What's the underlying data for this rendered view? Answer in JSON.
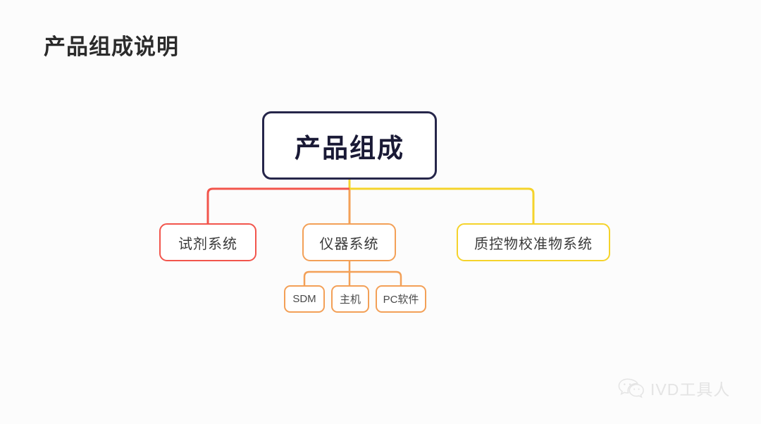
{
  "slide": {
    "title": "产品组成说明",
    "background_color": "#fcfcfc"
  },
  "diagram": {
    "type": "tree",
    "root": {
      "label": "产品组成",
      "border_color": "#26264a",
      "text_color": "#191935"
    },
    "level2": [
      {
        "label": "试剂系统",
        "border_color": "#f2554c",
        "connector_color": "#f2554c"
      },
      {
        "label": "仪器系统",
        "border_color": "#f3a057",
        "connector_color": "#f3a057"
      },
      {
        "label": "质控物校准物系统",
        "border_color": "#f5d32b",
        "connector_color": "#f5d32b"
      }
    ],
    "level3_parent": "仪器系统",
    "level3": [
      {
        "label": "SDM",
        "border_color": "#f3a057"
      },
      {
        "label": "主机",
        "border_color": "#f3a057"
      },
      {
        "label": "PC软件",
        "border_color": "#f3a057"
      }
    ]
  },
  "watermark": {
    "icon": "wechat-icon",
    "text": "IVD工具人",
    "color": "#e3e3e3"
  }
}
